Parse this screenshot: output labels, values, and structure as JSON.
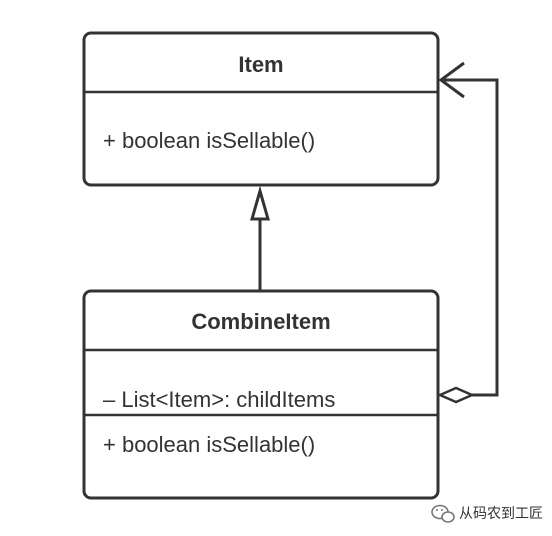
{
  "diagram": {
    "classes": [
      {
        "name": "Item",
        "attributes": [],
        "methods": [
          "+ boolean isSellable()"
        ]
      },
      {
        "name": "CombineItem",
        "attributes": [
          "– List<Item>: childItems"
        ],
        "methods": [
          "+ boolean isSellable()"
        ]
      }
    ],
    "relations": [
      {
        "type": "inheritance",
        "from": "CombineItem",
        "to": "Item"
      },
      {
        "type": "aggregation",
        "from": "CombineItem",
        "to": "Item"
      }
    ]
  },
  "watermark": {
    "icon": "wechat-icon",
    "text": "从码农到工匠"
  },
  "colors": {
    "stroke": "#333333",
    "background": "#ffffff"
  }
}
